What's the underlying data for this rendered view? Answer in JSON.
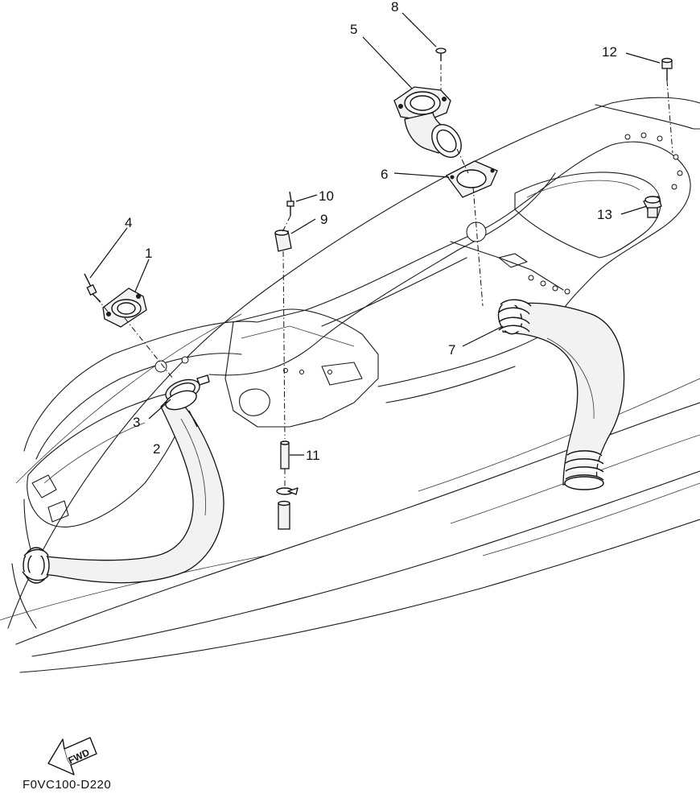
{
  "diagram": {
    "callouts": [
      {
        "id": 1,
        "label": "1"
      },
      {
        "id": 2,
        "label": "2"
      },
      {
        "id": 3,
        "label": "3"
      },
      {
        "id": 4,
        "label": "4"
      },
      {
        "id": 5,
        "label": "5"
      },
      {
        "id": 6,
        "label": "6"
      },
      {
        "id": 7,
        "label": "7"
      },
      {
        "id": 8,
        "label": "8"
      },
      {
        "id": 9,
        "label": "9"
      },
      {
        "id": 10,
        "label": "10"
      },
      {
        "id": 11,
        "label": "11"
      },
      {
        "id": 12,
        "label": "12"
      },
      {
        "id": 13,
        "label": "13"
      }
    ],
    "fwd_arrow": "FWD",
    "figure_code": "F0VC100-D220"
  }
}
